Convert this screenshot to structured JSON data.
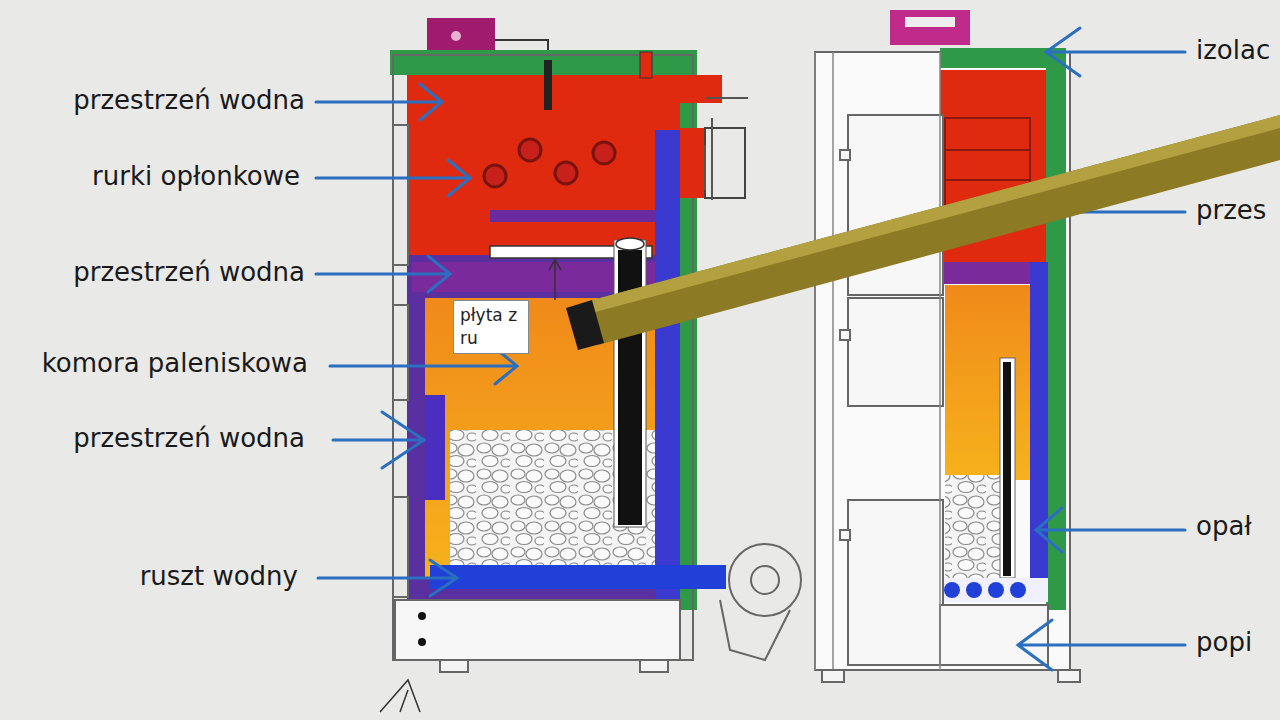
{
  "diagram": {
    "nodes": [
      {
        "text": [
          "płyta z ru"
        ]
      }
    ],
    "labels": [
      "przestrzeń wodna",
      "rurki opłonkowe",
      "przestrzeń wodna",
      "komora paleniskowa",
      "przestrzeń wodna",
      "ruszt wodny",
      "izolac",
      "przes",
      "opał",
      "popi"
    ]
  }
}
